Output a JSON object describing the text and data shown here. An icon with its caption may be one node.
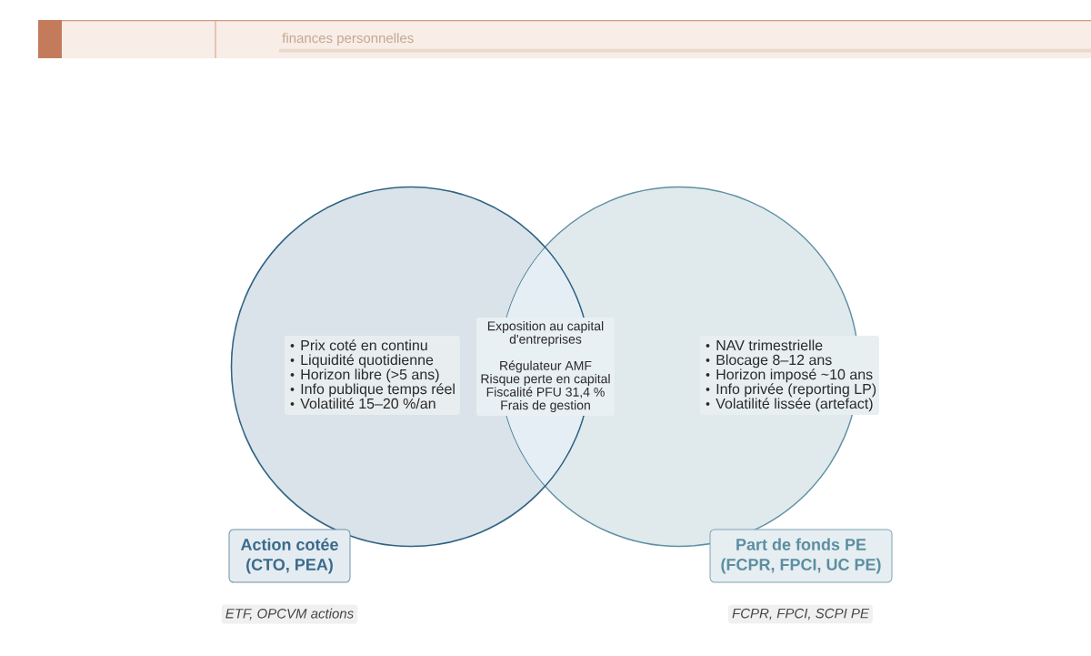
{
  "diagram": {
    "nodes": [
      {
        "text": [
          "Prix coté en continu",
          "Liquidité quotidienne",
          "Horizon libre (>5 ans)",
          "Info publique temps réel",
          "Volatilité 15–20 %/an"
        ]
      },
      {
        "text": [
          "NAV trimestrielle",
          "Blocage 8–12 ans",
          "Horizon imposé ~10 ans",
          "Info privée (reporting LP)",
          "Volatilité lissée (artefact)"
        ]
      },
      {
        "text": [
          "Exposition au capital d'entreprises",
          "Régulateur AMF",
          "Risque perte en capital",
          "Fiscalité PFU 31,4 %",
          "Frais de gestion"
        ]
      },
      {
        "text": [
          "Action cotée (CTO, PEA)"
        ],
        "beside": [
          "ETF, OPCVM actions"
        ]
      },
      {
        "text": [
          "Part de fonds PE (FCPR, FPCI, UC PE)"
        ],
        "beside": [
          "FCPR, FPCI, SCPI PE"
        ]
      }
    ],
    "labels": [
      "finances personnelles"
    ]
  }
}
